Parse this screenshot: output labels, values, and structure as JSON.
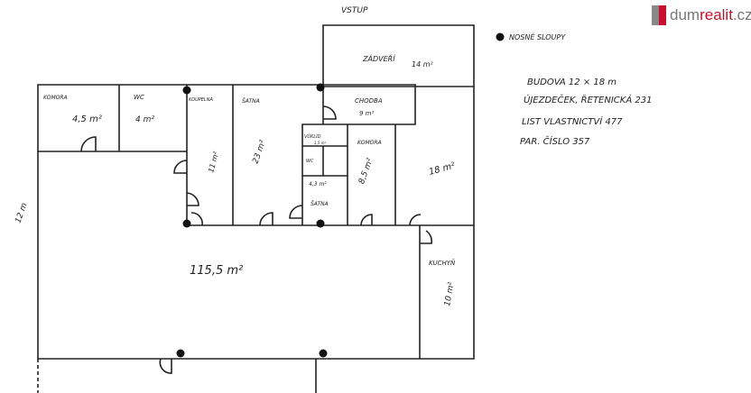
{
  "logo": {
    "text_plain": "dum",
    "text_accent": "realit",
    "text_tld": ".cz",
    "accent_color": "#c8102e"
  },
  "legend": {
    "symbol": "column-dot",
    "label": "NOSNÉ SLOUPY"
  },
  "info": [
    "BUDOVA 12 × 18 m",
    "ÚJEZDEČEK, ŘETENICKÁ 231",
    "LIST VLASTNICTVÍ 477",
    "PAR. ČÍSLO 357"
  ],
  "entrance": "VSTUP",
  "dimension_side": "12 m",
  "rooms": {
    "zadveri": {
      "name": "ZÁDVEŘÍ",
      "area": "14 m²"
    },
    "komora1": {
      "name": "KOMORA",
      "area": "4,5 m²"
    },
    "wc1": {
      "name": "WC",
      "area": "4 m²"
    },
    "koupelna": {
      "name": "KOUPELNA",
      "area": "11 m²"
    },
    "satna1": {
      "name": "ŠATNA",
      "area": "23 m²"
    },
    "chodba": {
      "name": "CHODBA",
      "area": "9 m²"
    },
    "vudce": {
      "name": "VÚKLID",
      "area": "1,5 m²"
    },
    "wc2": {
      "name": "WC",
      "area": ""
    },
    "satna2": {
      "name": "ŠATNA",
      "area": "4,3 m²"
    },
    "komora2": {
      "name": "KOMORA",
      "area": "8,5 m²"
    },
    "room18": {
      "name": "",
      "area": "18 m²"
    },
    "main": {
      "name": "",
      "area": "115,5 m²"
    },
    "kuchyn": {
      "name": "KUCHYŇ",
      "area": "10 m²"
    }
  }
}
